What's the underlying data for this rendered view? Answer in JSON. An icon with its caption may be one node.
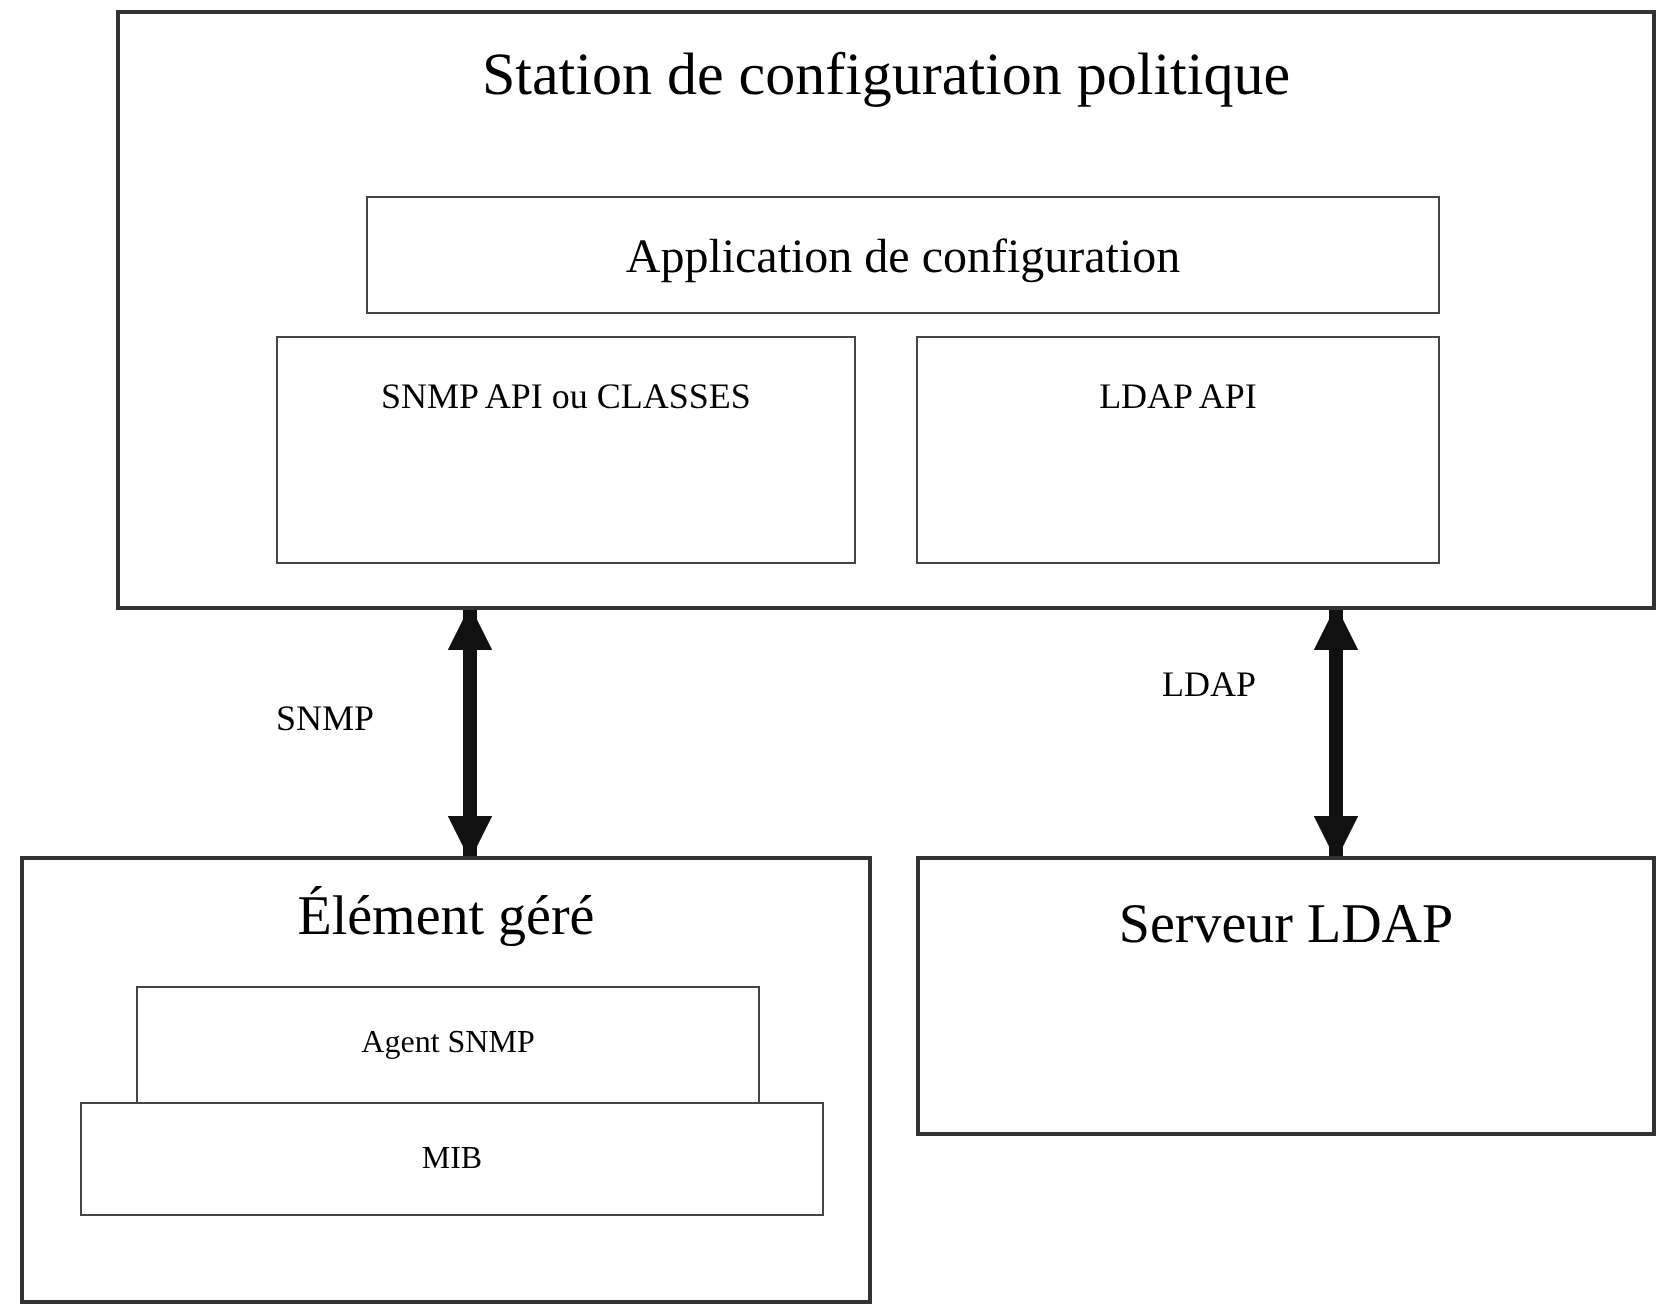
{
  "diagram": {
    "nodes": [
      {
        "text": [
          "Station de configuration politique"
        ]
      },
      {
        "text": [
          "Application de configuration"
        ],
        "in": 0
      },
      {
        "text": [
          "SNMP API ou CLASSES"
        ],
        "in": 0
      },
      {
        "text": [
          "LDAP API"
        ],
        "in": 0
      },
      {
        "text": [
          "Élément géré"
        ]
      },
      {
        "text": [
          "Agent SNMP"
        ],
        "in": 4
      },
      {
        "text": [
          "MIB"
        ],
        "in": 4
      },
      {
        "text": [
          "Serveur LDAP"
        ]
      }
    ],
    "edges": [
      {
        "from": 0,
        "to": 4,
        "arrow": "both",
        "label": "SNMP"
      },
      {
        "from": 0,
        "to": 7,
        "arrow": "both",
        "label": "LDAP"
      }
    ]
  }
}
